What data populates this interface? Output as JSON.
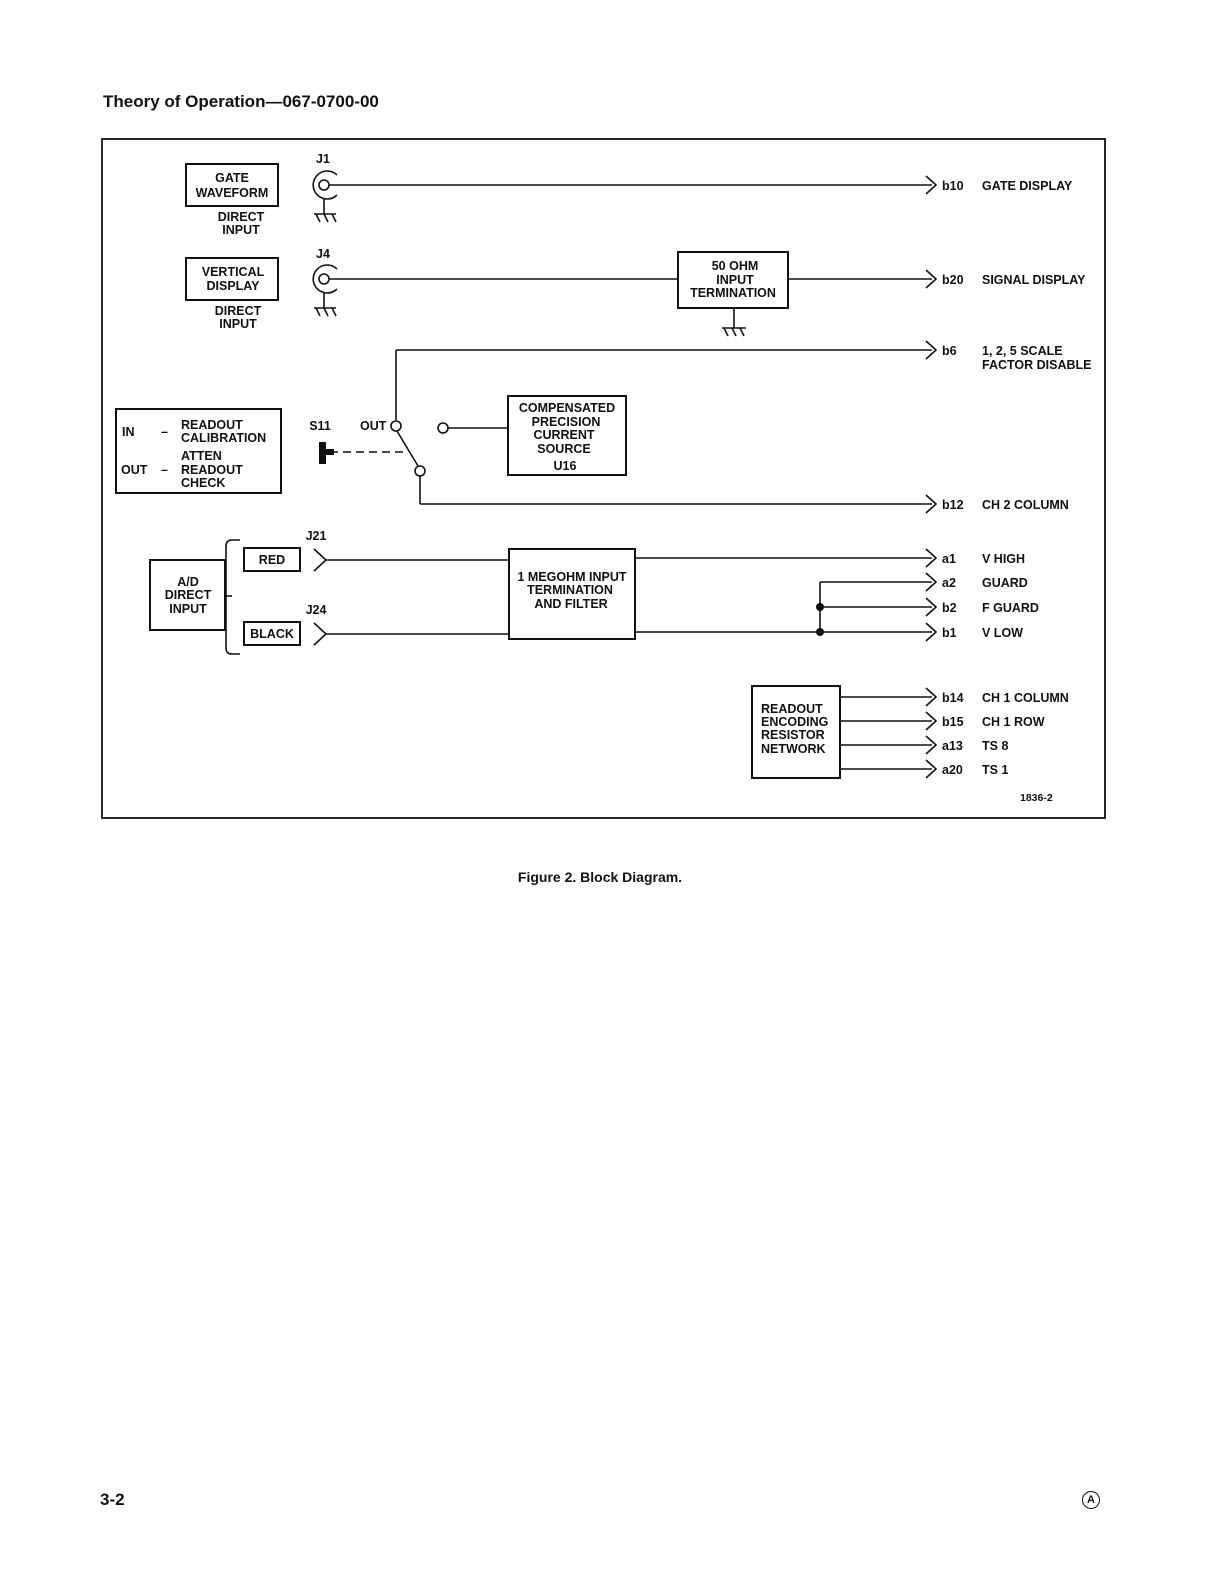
{
  "header": {
    "title": "Theory of Operation—067-0700-00"
  },
  "inputs": {
    "j1": {
      "connector": "J1",
      "box": [
        "GATE",
        "WAVEFORM"
      ],
      "sub": [
        "DIRECT",
        "INPUT"
      ]
    },
    "j4": {
      "connector": "J4",
      "box": [
        "VERTICAL",
        "DISPLAY"
      ],
      "sub": [
        "DIRECT",
        "INPUT"
      ]
    }
  },
  "blocks": {
    "ohm50": [
      "50 OHM",
      "INPUT",
      "TERMINATION"
    ],
    "current_source": [
      "COMPENSATED",
      "PRECISION",
      "CURRENT",
      "SOURCE",
      "U16"
    ],
    "megohm": [
      "1 MEGOHM INPUT",
      "TERMINATION",
      "AND FILTER"
    ],
    "readout_network": [
      "READOUT",
      "ENCODING",
      "RESISTOR",
      "NETWORK"
    ],
    "ad_input": [
      "A/D",
      "DIRECT",
      "INPUT"
    ]
  },
  "switch": {
    "ref": "S11",
    "out_label": "OUT",
    "legend": {
      "in_key": "IN",
      "in_dash": "–",
      "in_text": [
        "READOUT",
        "CALIBRATION"
      ],
      "middle_text": "ATTEN",
      "out_key": "OUT",
      "out_dash": "–",
      "out_text": [
        "READOUT",
        "CHECK"
      ]
    }
  },
  "jacks": {
    "j21": {
      "ref": "J21",
      "label": "RED"
    },
    "j24": {
      "ref": "J24",
      "label": "BLACK"
    }
  },
  "outputs": [
    {
      "pin": "b10",
      "name": [
        "GATE DISPLAY"
      ]
    },
    {
      "pin": "b20",
      "name": [
        "SIGNAL DISPLAY"
      ]
    },
    {
      "pin": "b6",
      "name": [
        "1, 2, 5 SCALE",
        "FACTOR DISABLE"
      ]
    },
    {
      "pin": "b12",
      "name": [
        "CH 2 COLUMN"
      ]
    },
    {
      "pin": "a1",
      "name": [
        "V HIGH"
      ]
    },
    {
      "pin": "a2",
      "name": [
        "GUARD"
      ]
    },
    {
      "pin": "b2",
      "name": [
        "F GUARD"
      ]
    },
    {
      "pin": "b1",
      "name": [
        "V LOW"
      ]
    },
    {
      "pin": "b14",
      "name": [
        "CH 1 COLUMN"
      ]
    },
    {
      "pin": "b15",
      "name": [
        "CH 1 ROW"
      ]
    },
    {
      "pin": "a13",
      "name": [
        "TS 8"
      ]
    },
    {
      "pin": "a20",
      "name": [
        "TS 1"
      ]
    }
  ],
  "figure_id": "1836-2",
  "caption": "Figure 2.  Block Diagram.",
  "page": {
    "number": "3-2",
    "revision_mark": "A"
  }
}
